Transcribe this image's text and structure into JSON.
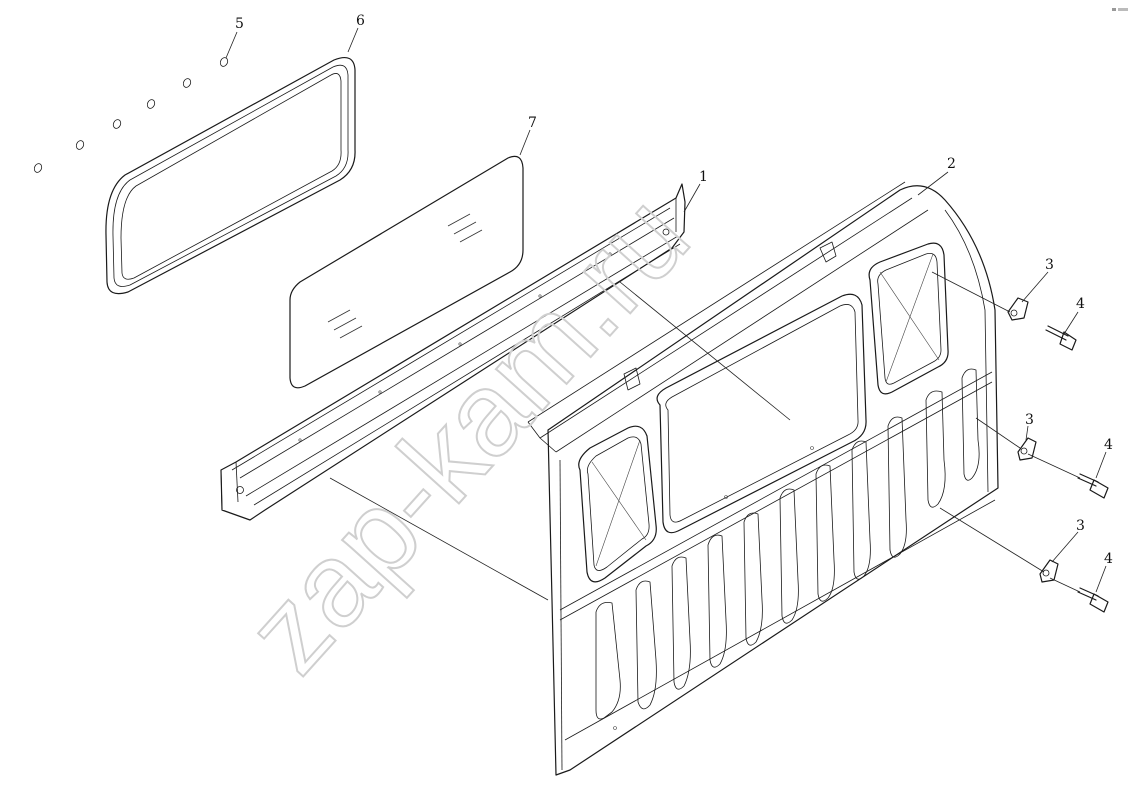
{
  "watermark": "zap-kam.ru",
  "callouts": [
    {
      "label": "1"
    },
    {
      "label": "2"
    },
    {
      "label": "3"
    },
    {
      "label": "3"
    },
    {
      "label": "3"
    },
    {
      "label": "4"
    },
    {
      "label": "4"
    },
    {
      "label": "4"
    },
    {
      "label": "5"
    },
    {
      "label": "6"
    },
    {
      "label": "7"
    }
  ]
}
